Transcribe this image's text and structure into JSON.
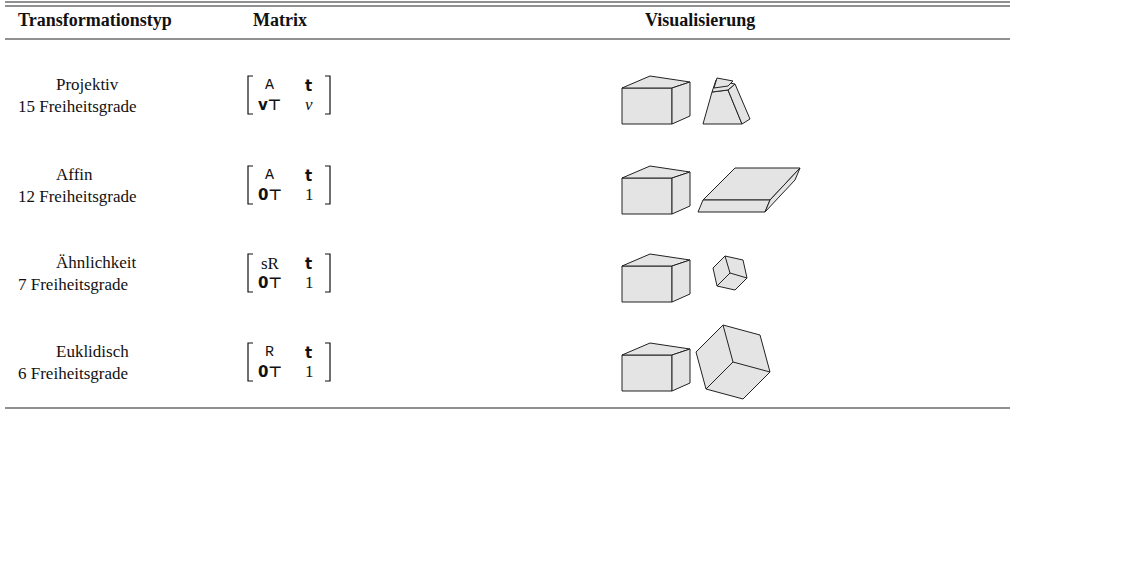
{
  "diagram": {
    "labels": [
      "Transformationstyp",
      "Matrix",
      "Visualisierung",
      "Projektiv",
      "15 Freiheitsgrade",
      "A",
      "t",
      "v⊤",
      "v",
      "Affin",
      "12 Freiheitsgrade",
      "A",
      "t",
      "0⊤",
      "1",
      "Ähnlichkeit",
      "7 Freiheitsgrade",
      "sR",
      "t",
      "0⊤",
      "1",
      "Euklidisch",
      "6 Freiheitsgrade",
      "R",
      "t",
      "0⊤",
      "1"
    ]
  }
}
